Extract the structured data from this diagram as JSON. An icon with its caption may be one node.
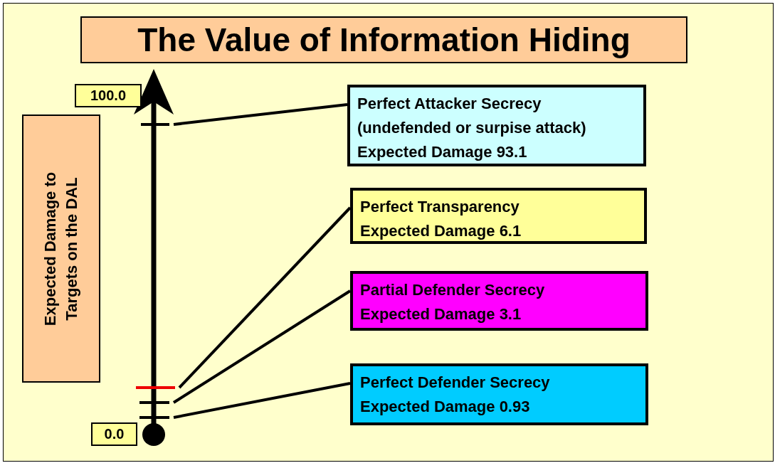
{
  "diagram": {
    "title": "The Value of Information Hiding",
    "nodes": [
      {
        "text": [
          "100.0"
        ]
      },
      {
        "text": [
          "Expected Damage to Targets on the DAL"
        ]
      },
      {
        "text": [
          "0.0"
        ]
      },
      {
        "text": [
          "Perfect Attacker Secrecy (undefended or surpise attack)",
          "Expected Damage 93.1"
        ]
      },
      {
        "text": [
          "Perfect Transparency",
          "Expected Damage 6.1"
        ]
      },
      {
        "text": [
          "Partial Defender Secrecy",
          "Expected Damage 3.1"
        ]
      },
      {
        "text": [
          "Perfect Defender Secrecy",
          "Expected Damage 0.93"
        ]
      },
      {
        "text": [],
        "shape": "bar"
      },
      {
        "text": [],
        "shape": "bar"
      },
      {
        "text": [],
        "shape": "bar"
      },
      {
        "text": [],
        "shape": "bar"
      }
    ],
    "edges": [
      {
        "from": 3,
        "to": 7,
        "arrow": "none"
      },
      {
        "from": 4,
        "to": 8,
        "arrow": "none"
      },
      {
        "from": 5,
        "to": 9,
        "arrow": "none"
      },
      {
        "from": 6,
        "to": 10,
        "arrow": "none"
      }
    ]
  }
}
